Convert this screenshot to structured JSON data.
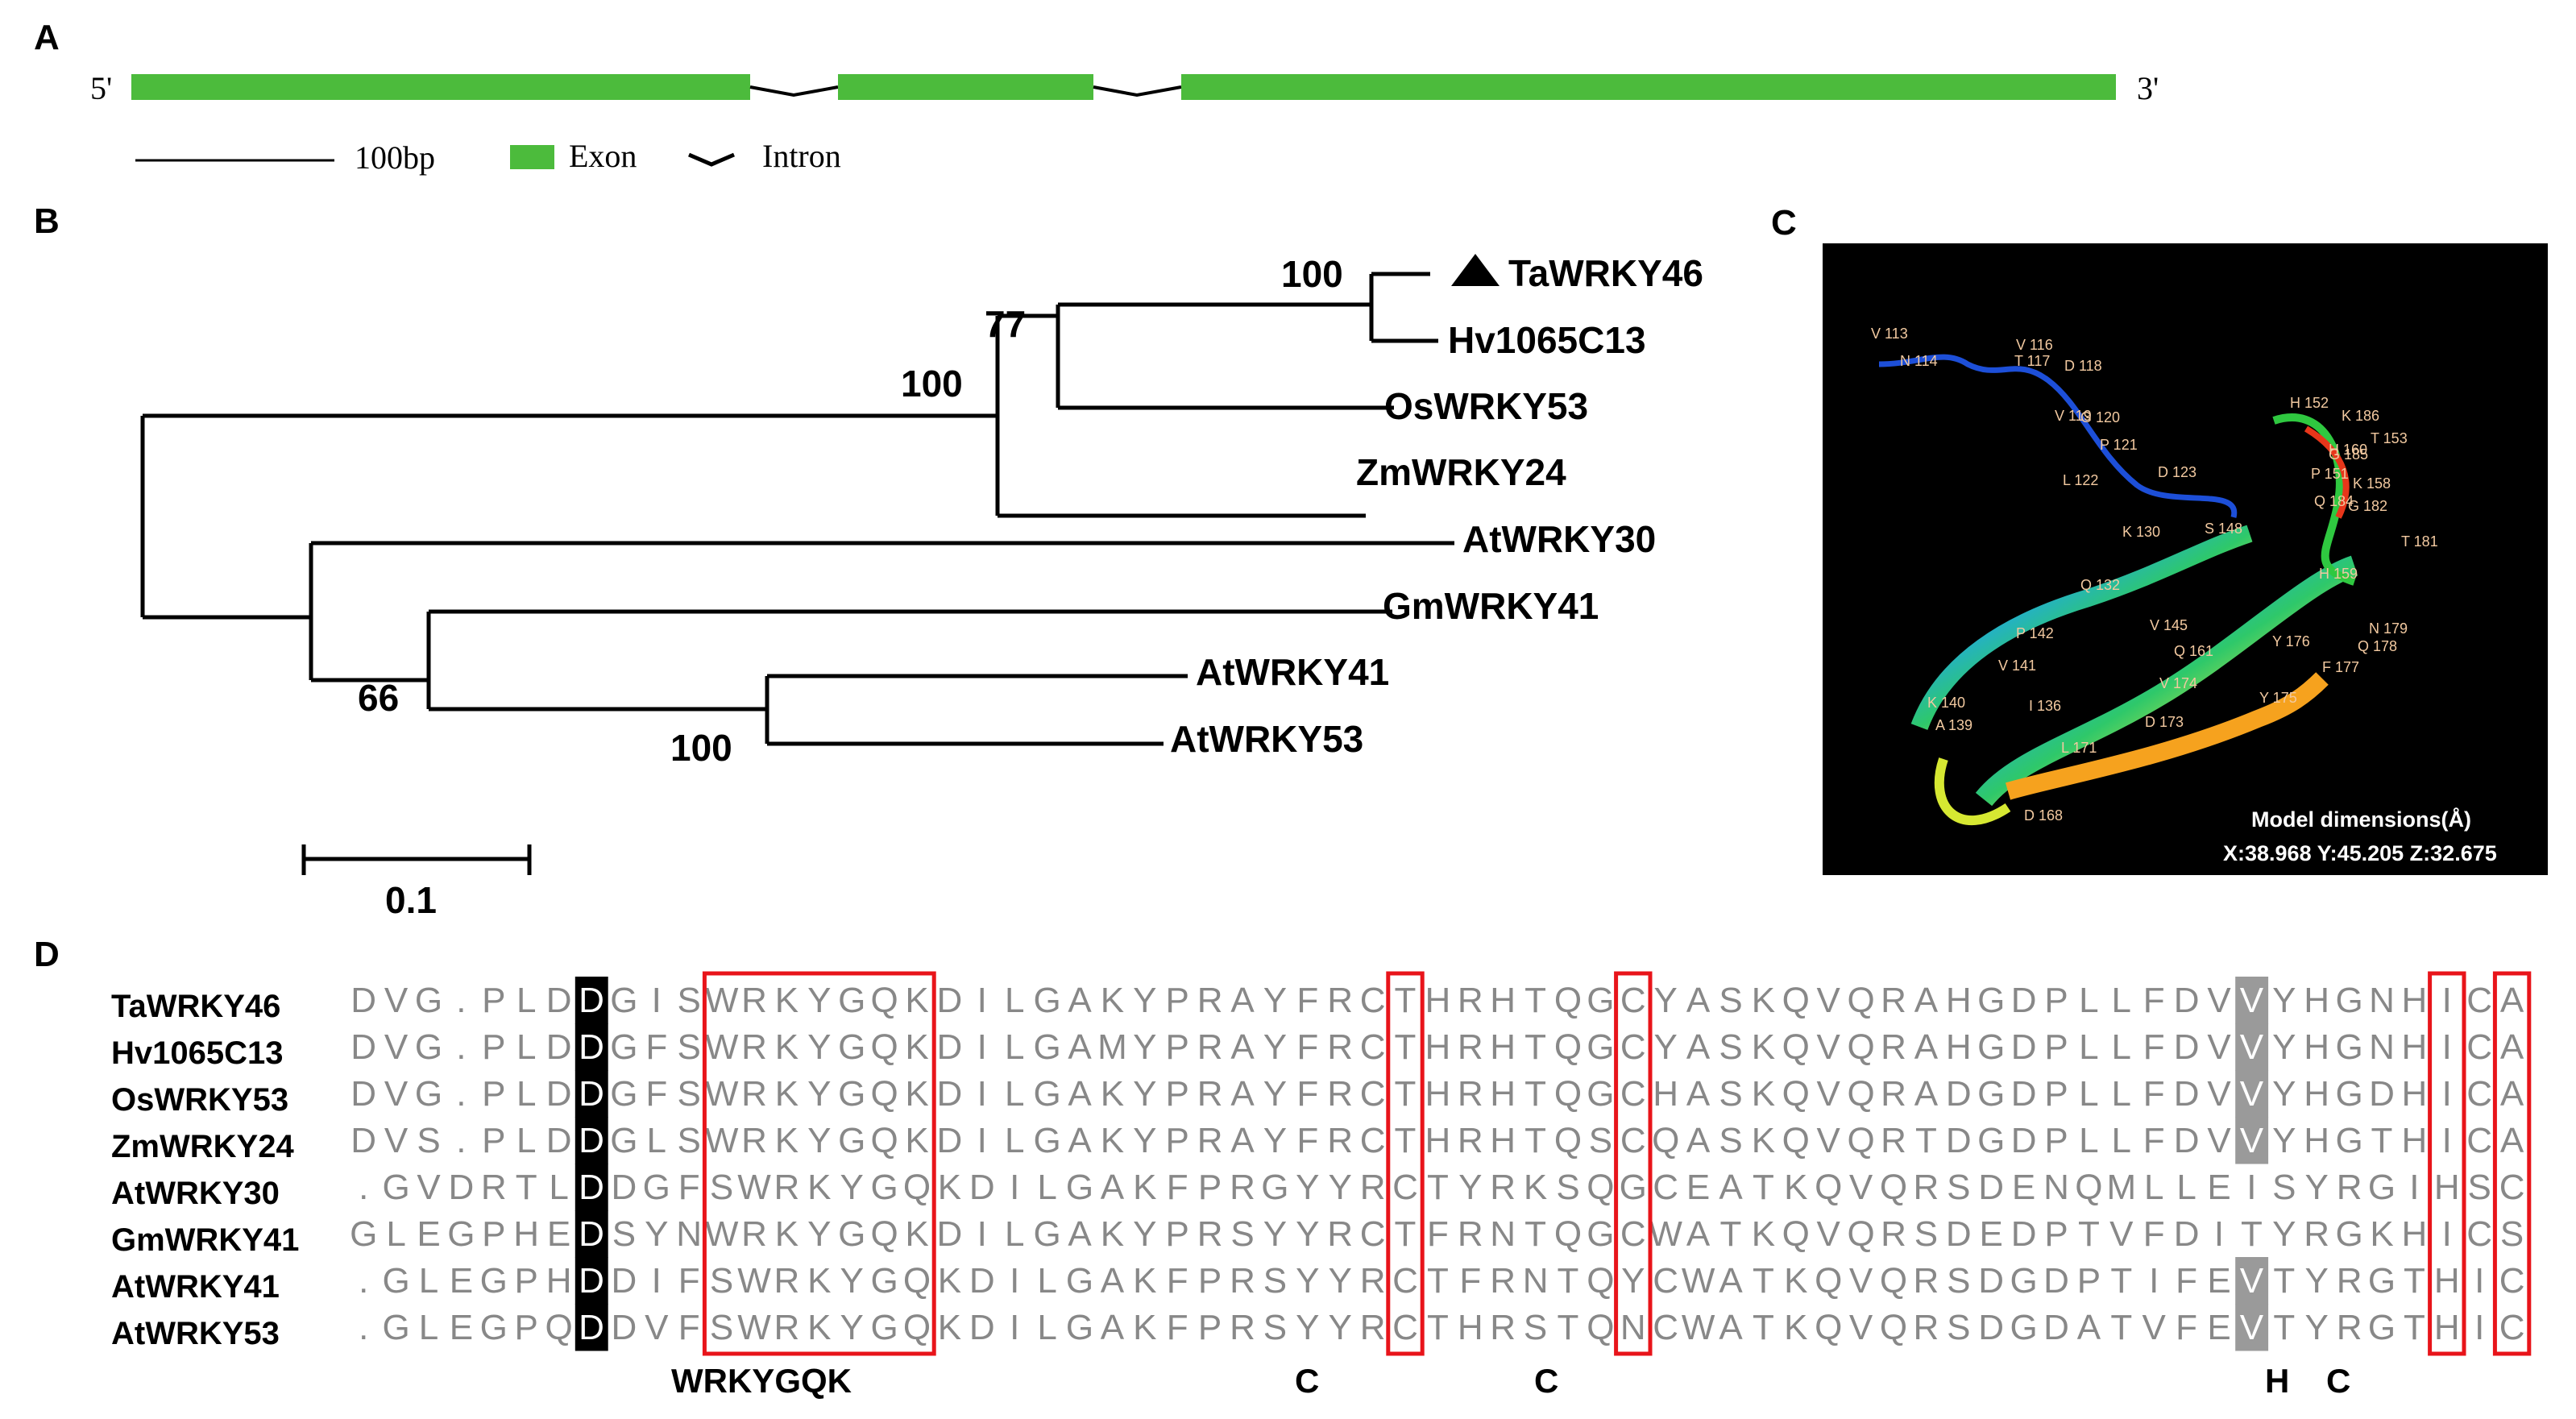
{
  "panels": {
    "a": "A",
    "b": "B",
    "c": "C",
    "d": "D"
  },
  "gene_structure": {
    "five_prime": "5'",
    "three_prime": "3'",
    "scale_label": "100bp",
    "legend_exon": "Exon",
    "legend_intron": "Intron",
    "exon_color": "#4cbb3c"
  },
  "tree": {
    "scale_label": "0.1",
    "highlight_symbol": "triangle",
    "taxa": [
      "TaWRKY46",
      "Hv1065C13",
      "OsWRKY53",
      "ZmWRKY24",
      "AtWRKY30",
      "GmWRKY41",
      "AtWRKY41",
      "AtWRKY53"
    ],
    "bootstrap": [
      "100",
      "77",
      "100",
      "66",
      "100"
    ]
  },
  "structure": {
    "dim_title": "Model dimensions(Å)",
    "dim_values": "X:38.968 Y:45.205 Z:32.675",
    "residues": [
      "V 113",
      "N 114",
      "V 116",
      "T 117",
      "D 118",
      "V 119",
      "G 120",
      "P 121",
      "L 122",
      "D 123",
      "K 130",
      "Q 132",
      "H 152",
      "K 186",
      "T 153",
      "P 151",
      "G 185",
      "Q 184",
      "G 182",
      "K 158",
      "T 181",
      "H 159",
      "H 160",
      "N 179",
      "Y 176",
      "Q 178",
      "F 177",
      "Y 175",
      "P 142",
      "V 141",
      "K 140",
      "A 139",
      "I 136",
      "Q 161",
      "V 174",
      "D 173",
      "L 171",
      "D 168",
      "V 145",
      "S 148"
    ]
  },
  "alignment": {
    "names": [
      "TaWRKY46",
      "Hv1065C13",
      "OsWRKY53",
      "ZmWRKY24",
      "AtWRKY30",
      "GmWRKY41",
      "AtWRKY41",
      "AtWRKY53"
    ],
    "sequences": [
      "DVG.PLDDGISWRKYGQKDILGAKYPRAYFRCTHRHTQGCYASKQVQRAHGDPLLFDVVYHGNHICAQGKHY",
      "DVG.PLDDGFSWRKYGQKDILGAMYPRAYFRCTHRHTQGCYASKQVQRAHGDPLLFDVVYHGNHICAQGKHC",
      "DVG.PLDDGFSWRKYGQKDILGAKYPRAYFRCTHRHTQGCHASKQVQRADGDPLLFDVVYHGDHICAHGVRS",
      "DVS.PLDDGLSWRKYGQKDILGAKYPRAYFRCTHRHTQSCQASKQVQRTDGDPLLFDVVYHGTHICAQAAAA",
      ".GVDRTLDDGFSWRKYGQKDILGAKFPRGYYRCTYRKSQGCEATKQVQRSDENQMLLEISYRGIHSCSQAANV",
      "GLEGPHEDSYNWRKYGQKDILGAKYPRSYYRCTFRNTQGCWATKQVQRSDEDPTVFDITYRGKHICSQGNNA",
      ".GLEGPHDDIFSWRKYGQKDILGAKFPRSYYRCTFRNTQYCWATKQVQRSDGDPTIFEVTYRGTHICSQGIP.",
      ".GLEGPQDDVFSWRKYGQKDILGAKFPRSYYRCTHRSTQNCWATKQVQRSDGDATVFEVTYRGTHICSQAITR"
    ],
    "motif_labels": [
      "WRKYGQK",
      "C",
      "C",
      "H",
      "C"
    ],
    "box_color": "#e8141a",
    "shade_dark": "#000000",
    "shade_light": "#9a9a9a"
  }
}
